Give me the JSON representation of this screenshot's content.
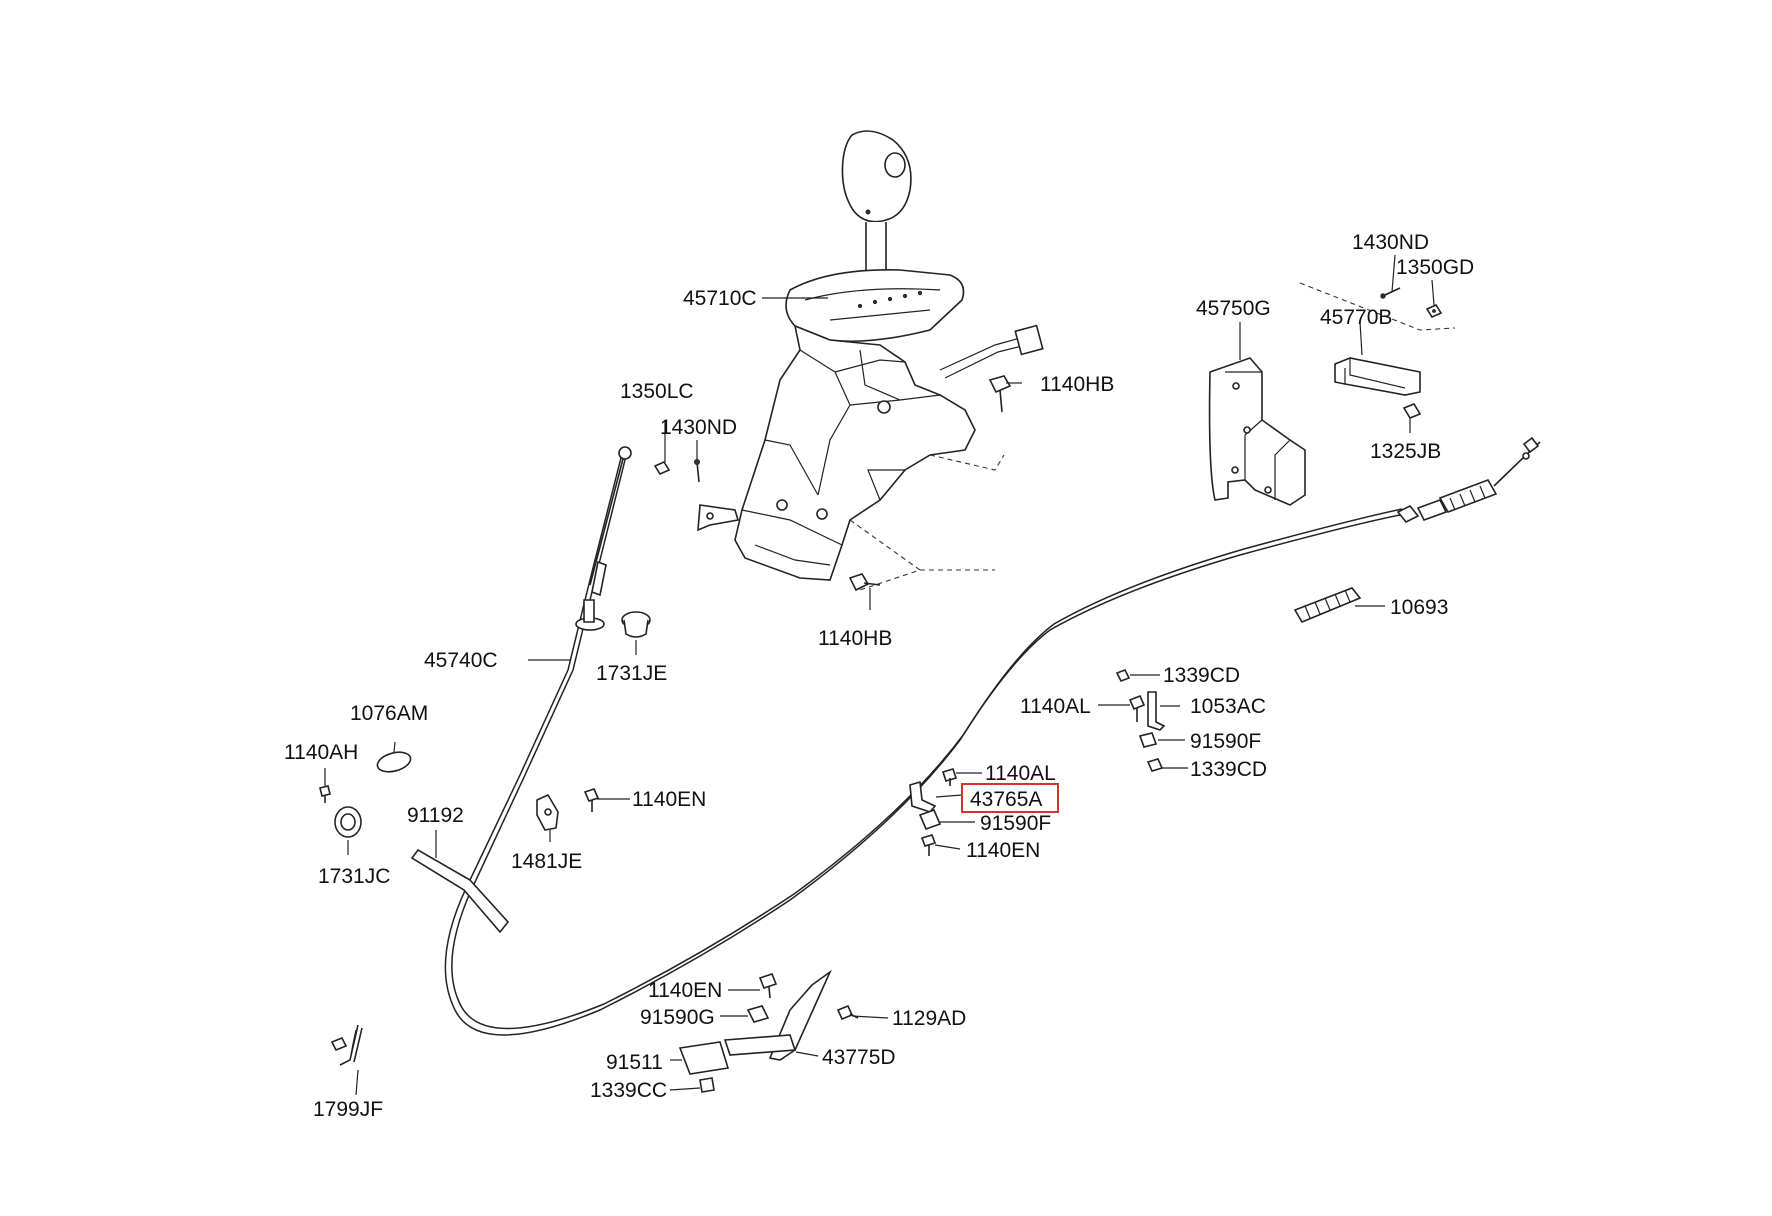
{
  "highlight_color": "#d9322b",
  "labels": {
    "l45710C": "45710C",
    "l1140HB_top": "1140HB",
    "l1140HB_bot": "1140HB",
    "l1350LC": "1350LC",
    "l1430ND_left": "1430ND",
    "l45750G": "45750G",
    "l1430ND_right": "1430ND",
    "l1350GD": "1350GD",
    "l45770B": "45770B",
    "l1325JB": "1325JB",
    "l10693": "10693",
    "l45740C": "45740C",
    "l1731JE": "1731JE",
    "l1076AM": "1076AM",
    "l1140AH": "1140AH",
    "l1731JC": "1731JC",
    "l91192": "91192",
    "l1140EN_mid": "1140EN",
    "l1481JE": "1481JE",
    "l1339CD_top": "1339CD",
    "l1140AL_right": "1140AL",
    "l1053AC": "1053AC",
    "l91590F_right": "91590F",
    "l1339CD_bot": "1339CD",
    "l1140AL_mid": "1140AL",
    "l43765A": "43765A",
    "l91590F_mid": "91590F",
    "l1140EN_right": "1140EN",
    "l1140EN_bot": "1140EN",
    "l91590G": "91590G",
    "l1129AD": "1129AD",
    "l91511": "91511",
    "l43775D": "43775D",
    "l1339CC": "1339CC",
    "l1799JF": "1799JF"
  }
}
